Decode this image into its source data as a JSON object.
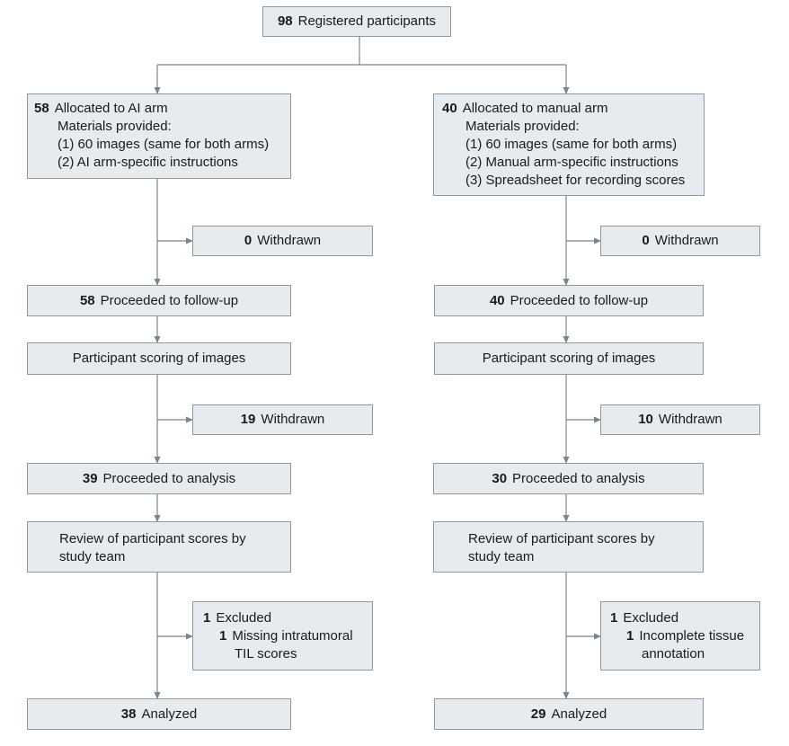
{
  "registered": {
    "count": "98",
    "label": "Registered participants"
  },
  "arms": [
    {
      "allocated": {
        "count": "58",
        "label": "Allocated to AI arm"
      },
      "materials_heading": "Materials provided:",
      "materials": [
        "(1) 60 images (same for both arms)",
        "(2) AI arm-specific instructions"
      ],
      "withdrawn_1": {
        "count": "0",
        "label": "Withdrawn"
      },
      "followup": {
        "count": "58",
        "label": "Proceeded to follow-up"
      },
      "scoring": "Participant scoring of images",
      "withdrawn_2": {
        "count": "19",
        "label": "Withdrawn"
      },
      "analysis": {
        "count": "39",
        "label": "Proceeded to analysis"
      },
      "review": [
        "Review of participant scores by",
        "study team"
      ],
      "excluded": {
        "count": "1",
        "label": "Excluded",
        "reason_count": "1",
        "reason_lines": [
          "Missing intratumoral",
          "TIL scores"
        ]
      },
      "analyzed": {
        "count": "38",
        "label": "Analyzed"
      }
    },
    {
      "allocated": {
        "count": "40",
        "label": "Allocated to manual arm"
      },
      "materials_heading": "Materials provided:",
      "materials": [
        "(1) 60 images (same for both arms)",
        "(2) Manual arm-specific instructions",
        "(3) Spreadsheet for recording scores"
      ],
      "withdrawn_1": {
        "count": "0",
        "label": "Withdrawn"
      },
      "followup": {
        "count": "40",
        "label": "Proceeded to follow-up"
      },
      "scoring": "Participant scoring of images",
      "withdrawn_2": {
        "count": "10",
        "label": "Withdrawn"
      },
      "analysis": {
        "count": "30",
        "label": "Proceeded to analysis"
      },
      "review": [
        "Review of participant scores by",
        "study team"
      ],
      "excluded": {
        "count": "1",
        "label": "Excluded",
        "reason_count": "1",
        "reason_lines": [
          "Incomplete tissue",
          "annotation"
        ]
      },
      "analyzed": {
        "count": "29",
        "label": "Analyzed"
      }
    }
  ]
}
